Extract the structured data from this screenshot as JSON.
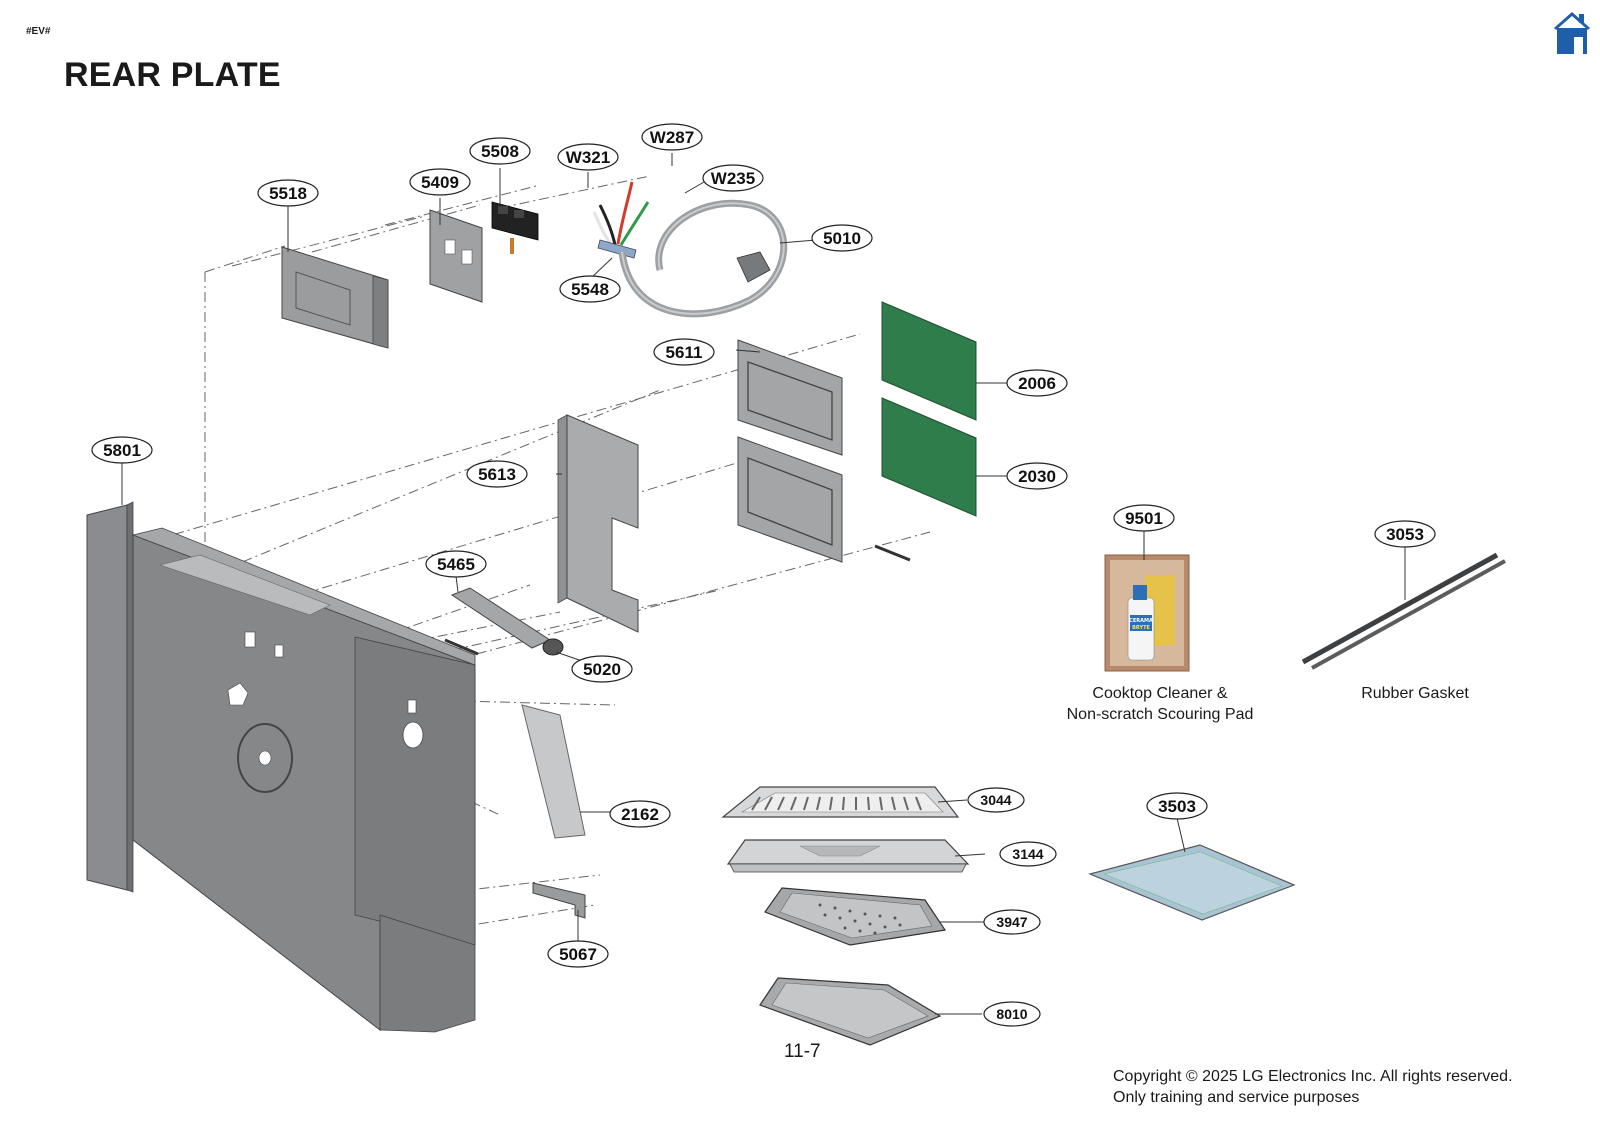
{
  "header": {
    "ev_tag": "#EV#",
    "title": "REAR PLATE"
  },
  "home_button": {
    "icon": "home-icon",
    "color": "#1f5ea8"
  },
  "callouts": [
    {
      "label": "5518"
    },
    {
      "label": "5409"
    },
    {
      "label": "5508"
    },
    {
      "label": "W321"
    },
    {
      "label": "W287"
    },
    {
      "label": "W235"
    },
    {
      "label": "5010"
    },
    {
      "label": "5548"
    },
    {
      "label": "5611"
    },
    {
      "label": "2006"
    },
    {
      "label": "2030"
    },
    {
      "label": "5613"
    },
    {
      "label": "5801"
    },
    {
      "label": "5465"
    },
    {
      "label": "5020"
    },
    {
      "label": "2162"
    },
    {
      "label": "5067"
    },
    {
      "label": "9501"
    },
    {
      "label": "3053"
    },
    {
      "label": "3044"
    },
    {
      "label": "3144"
    },
    {
      "label": "3947"
    },
    {
      "label": "8010"
    },
    {
      "label": "3503"
    }
  ],
  "captions": {
    "cleaner": [
      "Cooktop Cleaner &",
      "Non-scratch Scouring Pad"
    ],
    "gasket": "Rubber Gasket"
  },
  "package_label": [
    "CERAMA",
    "BRYTE"
  ],
  "colors": {
    "panel": "#8a8c8f",
    "panel_dark": "#6d6f72",
    "board": "#2f7d4a",
    "cord": "#9da0a3",
    "wire_red": "#d23a2e",
    "wire_green": "#2f9a48"
  },
  "footer": {
    "page_number": "11-7",
    "copyright": [
      "Copyright © 2025 LG Electronics Inc. All rights reserved.",
      "Only training and service purposes"
    ]
  }
}
